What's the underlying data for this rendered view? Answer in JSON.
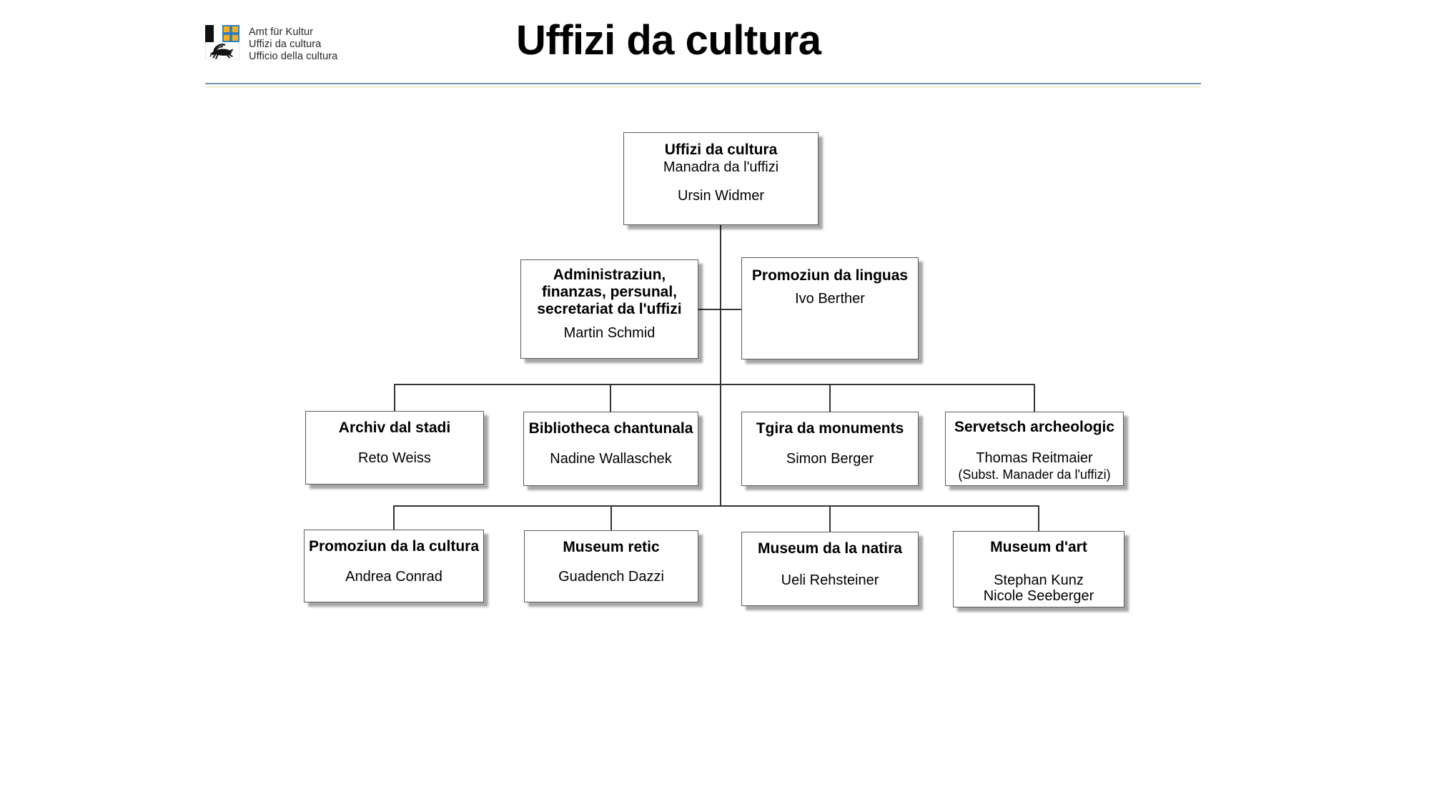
{
  "header": {
    "logo": {
      "name": "graubuenden-coat-of-arms",
      "lines": [
        "Amt für Kultur",
        "Uffizi da cultura",
        "Ufficio della cultura"
      ]
    },
    "title": "Uffizi da cultura"
  },
  "orgchart": {
    "root": {
      "title": "Uffizi da cultura",
      "subtitle": "Manadra da l'uffizi",
      "person": "Ursin Widmer"
    },
    "admin": {
      "title": "Administraziun, finanzas, persunal, secretariat da l'uffizi",
      "person": "Martin Schmid"
    },
    "linguas": {
      "title": "Promoziun da linguas",
      "person": "Ivo Berther"
    },
    "archiv": {
      "title": "Archiv dal stadi",
      "person": "Reto Weiss"
    },
    "bibliotheca": {
      "title": "Bibliotheca chantunala",
      "person": "Nadine Wallaschek"
    },
    "tgira": {
      "title": "Tgira da monuments",
      "person": "Simon Berger"
    },
    "servetsch": {
      "title": "Servetsch archeologic",
      "person": "Thomas Reitmaier",
      "note": "(Subst. Manader da l'uffizi)"
    },
    "prom_cultura": {
      "title": "Promoziun da la cultura",
      "person": "Andrea Conrad"
    },
    "museum_retic": {
      "title": "Museum retic",
      "person": "Guadench Dazzi"
    },
    "museum_natira": {
      "title": "Museum da la natira",
      "person": "Ueli Rehsteiner"
    },
    "museum_dart": {
      "title": "Museum d'art",
      "person": "Stephan Kunz",
      "person2": "Nicole Seeberger"
    }
  },
  "colors": {
    "rule_blue": "#6f94ab",
    "rule_cream": "#f6f0d2",
    "connector_line": "#333333",
    "box_border": "#5a5a5a",
    "logo_blue": "#2d7dc5",
    "logo_yellow": "#f2b21d",
    "logo_black": "#111111"
  }
}
